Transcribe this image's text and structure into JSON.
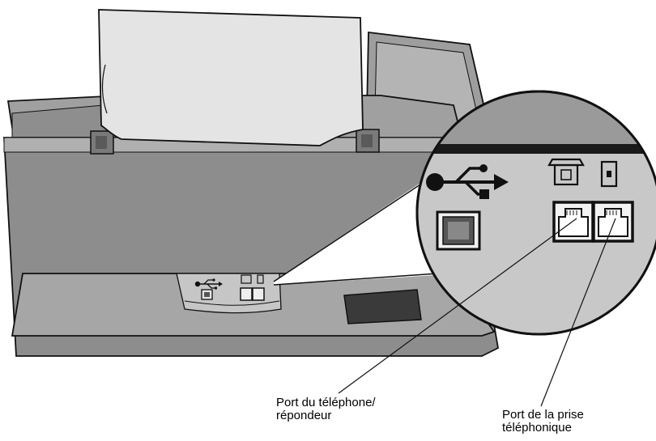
{
  "callouts": {
    "phone_port": {
      "line1": "Port du téléphone/",
      "line2": "répondeur"
    },
    "wall_port": {
      "line1": "Port de la prise",
      "line2": "téléphonique"
    }
  },
  "icons": [
    "usb-icon",
    "telephone-icon",
    "wall-jack-icon"
  ],
  "colors": {
    "body_dark": "#8f8f8f",
    "body_mid": "#a9a9a9",
    "body_light": "#c4c4c4",
    "paper": "#e4e4e4",
    "outline": "#111111"
  }
}
